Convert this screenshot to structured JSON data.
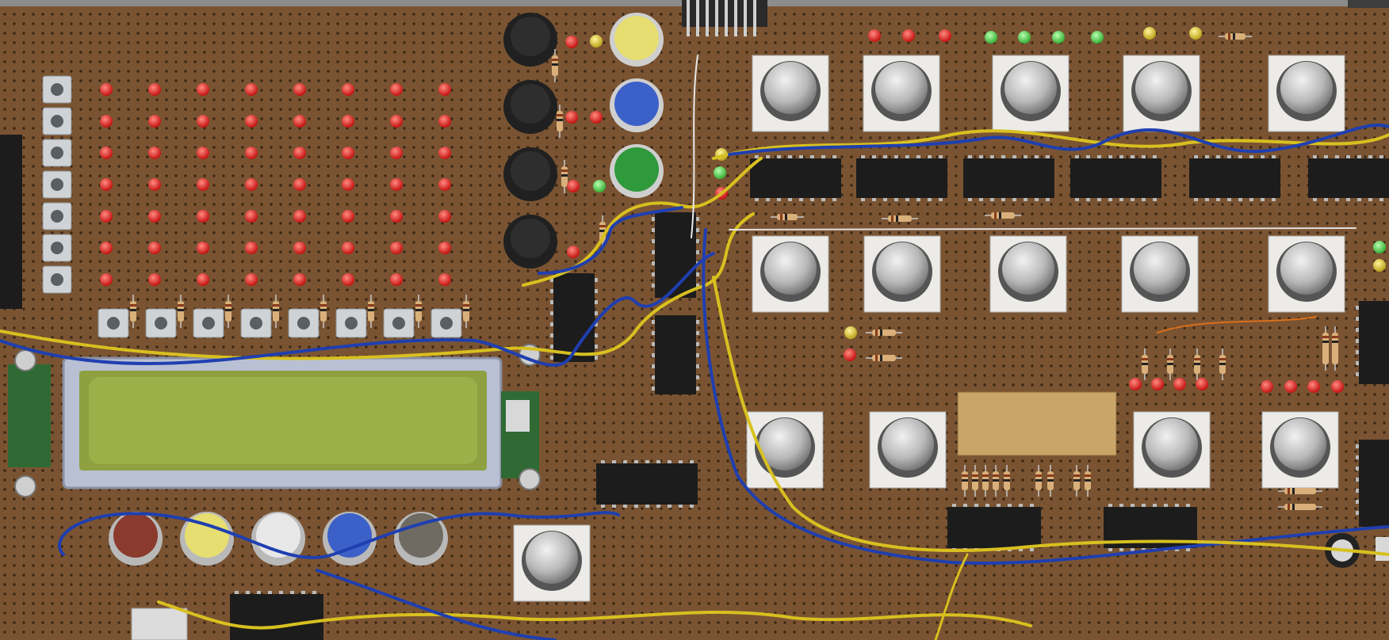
{
  "photo": {
    "subject": "stripboard",
    "colors": {
      "board": "#7a5432",
      "board_dark": "#5e3f22",
      "hole": "#3a2614",
      "led_red": "#e01010",
      "led_green": "#3fd03f",
      "led_yellow": "#d6c21c",
      "ic": "#1c1c1c",
      "wire_blue": "#1f3fb0",
      "wire_yellow": "#d8c020",
      "knob_face": "#c8c8c8",
      "knob_base": "#e8e8e6",
      "lcd_frame": "#b9c0d4",
      "lcd_glass": "#9cb04a"
    },
    "big_buttons_right": [
      "yellow",
      "blue",
      "green"
    ],
    "bottom_buttons": [
      "brown",
      "yellow",
      "white",
      "blue",
      "grey"
    ],
    "knob_rows": [
      5,
      5,
      4
    ]
  }
}
